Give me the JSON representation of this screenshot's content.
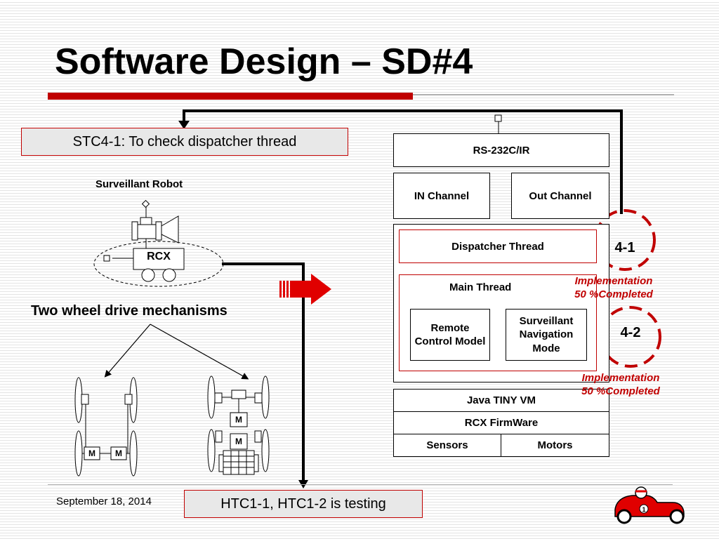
{
  "slide": {
    "title": "Software Design – SD#4",
    "date": "September 18, 2014"
  },
  "left": {
    "stc_label": "STC4-1: To check dispatcher thread",
    "robot_label": "Surveillant Robot",
    "rcx_label": "RCX",
    "two_wheel_label": "Two wheel drive mechanisms",
    "motor_label": "M",
    "htc_label": "HTC1-1, HTC1-2 is testing"
  },
  "architecture": {
    "rs232": "RS-232C/IR",
    "in_channel": "IN Channel",
    "out_channel": "Out Channel",
    "dispatcher": "Dispatcher Thread",
    "main_thread": "Main Thread",
    "remote_control": "Remote Control Model",
    "surveillant_nav": "Surveillant Navigation Mode",
    "java_vm": "Java TINY VM",
    "firmware": "RCX FirmWare",
    "sensors": "Sensors",
    "motors": "Motors"
  },
  "callouts": {
    "c1_label": "4-1",
    "c1_impl_line1": "Implementation",
    "c1_impl_line2": "50 %Completed",
    "c2_label": "4-2",
    "c2_impl_line1": "Implementation",
    "c2_impl_line2": "50 %Completed"
  },
  "colors": {
    "accent_red": "#c00000",
    "arrow_red": "#e00000",
    "box_grey": "#e8e8e8"
  },
  "icons": {
    "race_car": "race-car-icon",
    "forward_arrow": "red-forward-arrow-icon"
  }
}
